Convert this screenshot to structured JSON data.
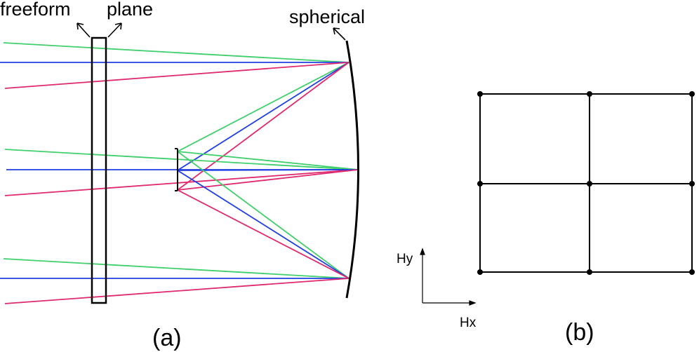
{
  "labels": {
    "freeform": "freeform",
    "plane": "plane",
    "spherical": "spherical",
    "hy": "Hy",
    "hx": "Hx",
    "caption_a": "(a)",
    "caption_b": "(b)"
  },
  "colors": {
    "green": "#3fcf6b",
    "blue": "#1f3fe0",
    "red": "#e0286e",
    "black": "#000000"
  }
}
